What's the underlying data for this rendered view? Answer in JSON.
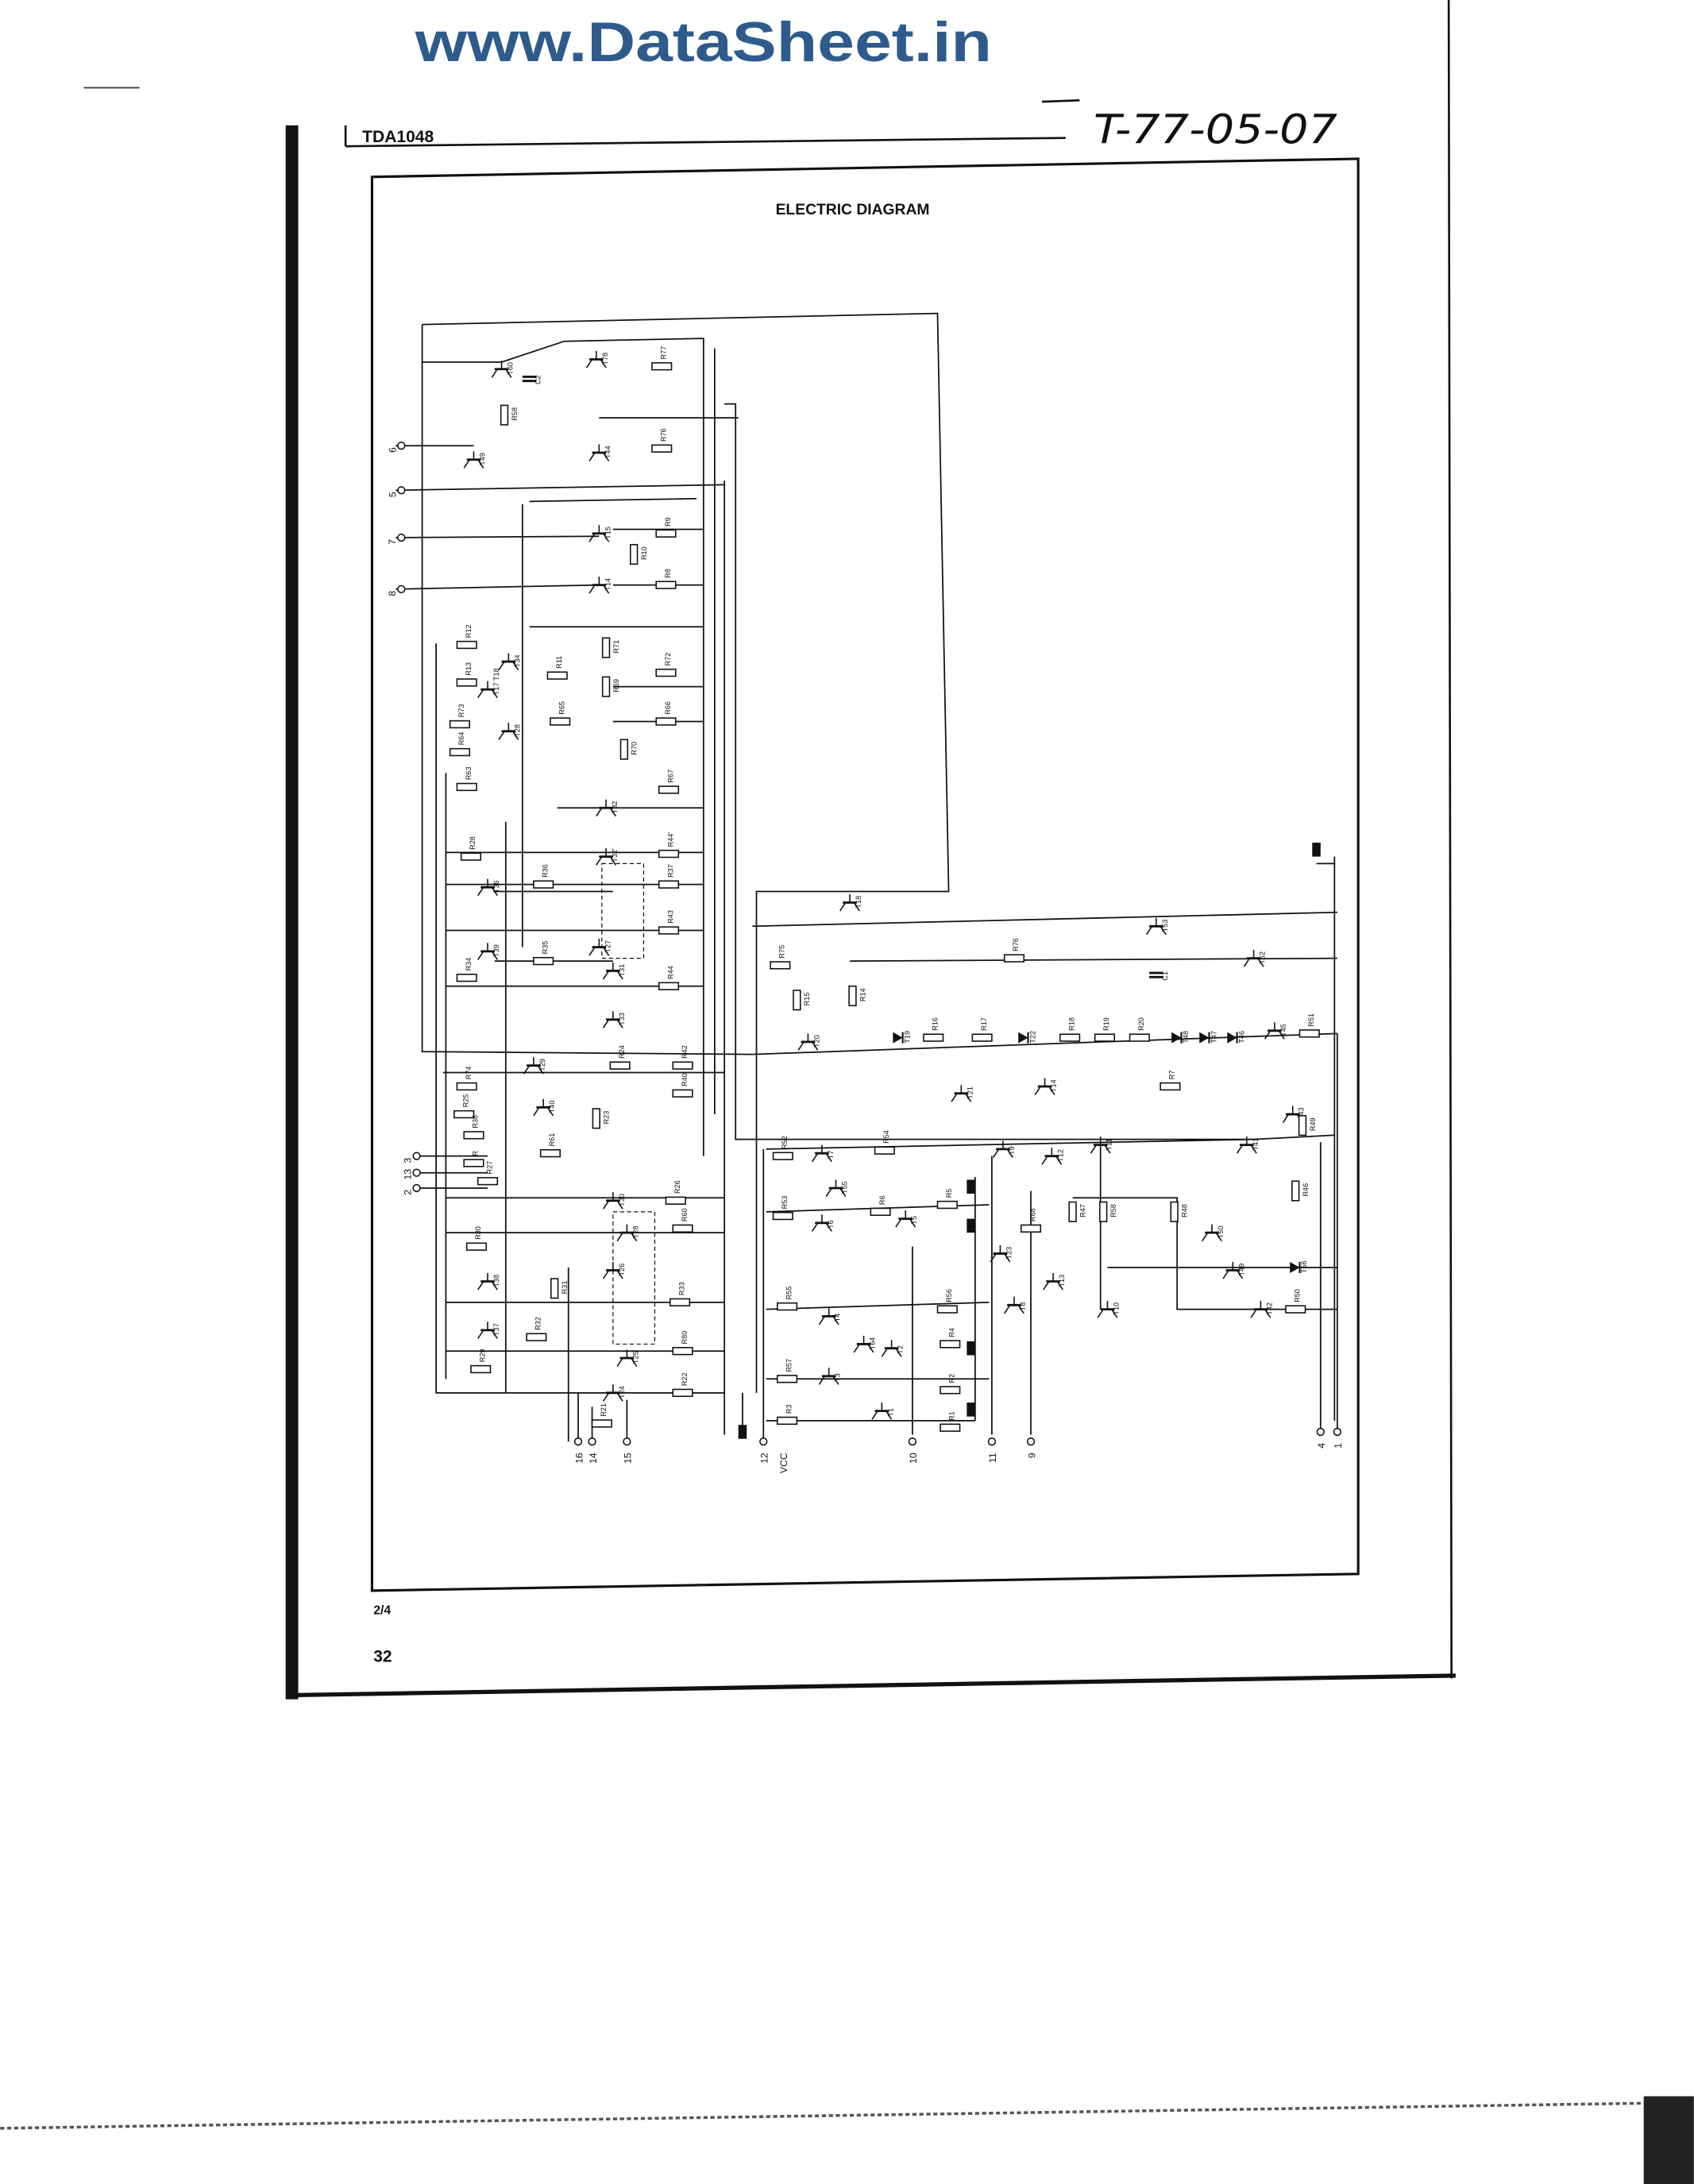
{
  "watermark": "www.DataSheet.in",
  "header": {
    "part_number": "TDA1048",
    "handwritten_code": "T-77-05-07"
  },
  "figure": {
    "title": "ELECTRIC DIAGRAM"
  },
  "footer": {
    "sheet": "2/4",
    "page_number": "32"
  },
  "schematic": {
    "transistors": [
      "T60",
      "T78",
      "T49",
      "T44",
      "T15",
      "T14",
      "T34",
      "T17 T18",
      "T28",
      "T32",
      "T32'",
      "T36",
      "T27",
      "T31",
      "T39",
      "T33",
      "T29",
      "T40",
      "T30",
      "T28",
      "T26",
      "T38",
      "T37",
      "T25",
      "T24",
      "T18",
      "T53",
      "T52",
      "T20",
      "T19",
      "T22",
      "T48",
      "T47",
      "T46",
      "T45",
      "T43",
      "T21",
      "T14",
      "T9",
      "T12",
      "T11",
      "T41",
      "T7",
      "T55",
      "T6",
      "T5",
      "T23",
      "T13",
      "T8",
      "T10",
      "T50",
      "T49",
      "T56",
      "T42",
      "T4",
      "T64",
      "T2",
      "T3",
      "T1"
    ],
    "resistors": [
      "R58",
      "R77",
      "R76",
      "R9",
      "R10",
      "R8",
      "R12",
      "R11",
      "R71",
      "R13",
      "R69",
      "R72",
      "R73",
      "R65",
      "R66",
      "R64",
      "R70",
      "R63",
      "R67",
      "R28",
      "R44'",
      "R36",
      "R37",
      "R43",
      "R35",
      "R34",
      "R44",
      "R24",
      "R42",
      "R74",
      "R40",
      "R25",
      "R38",
      "R23",
      "R61",
      "R26",
      "R27",
      "R",
      "R60",
      "R30",
      "R31",
      "R33",
      "R32",
      "R80",
      "R29",
      "R22",
      "R21",
      "R75",
      "R15",
      "R14",
      "R16",
      "R17",
      "R18",
      "R19",
      "R20",
      "R76",
      "R51",
      "R7",
      "R49",
      "R52",
      "R54",
      "R53",
      "R5",
      "R6",
      "R68",
      "R47",
      "R58",
      "R48",
      "R46",
      "R55",
      "R56",
      "R4",
      "R57",
      "R2",
      "R3",
      "R1",
      "R50"
    ],
    "capacitors": [
      "C2",
      "C1"
    ],
    "pins": [
      "6",
      "5",
      "7",
      "8",
      "3",
      "13",
      "2",
      "16",
      "14",
      "15",
      "12",
      "VCC",
      "10",
      "11",
      "9",
      "4",
      "1"
    ]
  }
}
